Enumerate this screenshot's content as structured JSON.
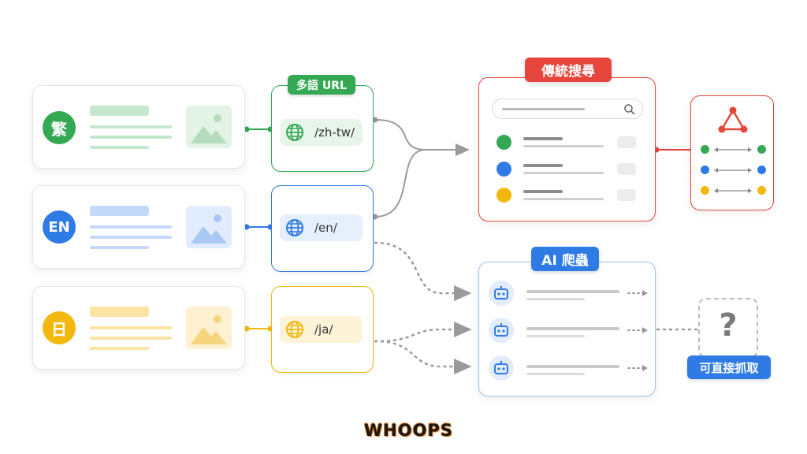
{
  "sites": [
    {
      "badge": "繁",
      "color": "#34a853",
      "light": "#c6e7cd",
      "thumb_bg": "#e3f3e6"
    },
    {
      "badge": "EN",
      "color": "#2f7be5",
      "light": "#c4d8f8",
      "thumb_bg": "#e1ecfc"
    },
    {
      "badge": "日",
      "color": "#f2b80f",
      "light": "#fbe3a4",
      "thumb_bg": "#fdf1d2"
    }
  ],
  "multilang_tag": "多語 URL",
  "urls": [
    {
      "path": "/zh-tw/",
      "color": "#34a853",
      "pill_bg": "#e8f5ea"
    },
    {
      "path": "/en/",
      "color": "#2f7be5",
      "pill_bg": "#e6effc"
    },
    {
      "path": "/ja/",
      "color": "#f2b80f",
      "pill_bg": "#fdf3d8"
    }
  ],
  "traditional_search": {
    "tag": "傳統搜尋",
    "color": "#e5453b",
    "result_dots": [
      "#34a853",
      "#2f7be5",
      "#f2b80f"
    ],
    "icon": "search-icon"
  },
  "hreflang_panel": {
    "icon": "triangle-network-icon",
    "dots": [
      "#34a853",
      "#2f7be5",
      "#f2b80f"
    ]
  },
  "ai_crawler": {
    "tag": "AI 爬蟲",
    "color": "#2f7be5",
    "rows": 3,
    "icon": "robot-icon"
  },
  "unknown": {
    "symbol": "?",
    "label": "可直接抓取"
  },
  "watermark": "WHOOPS"
}
